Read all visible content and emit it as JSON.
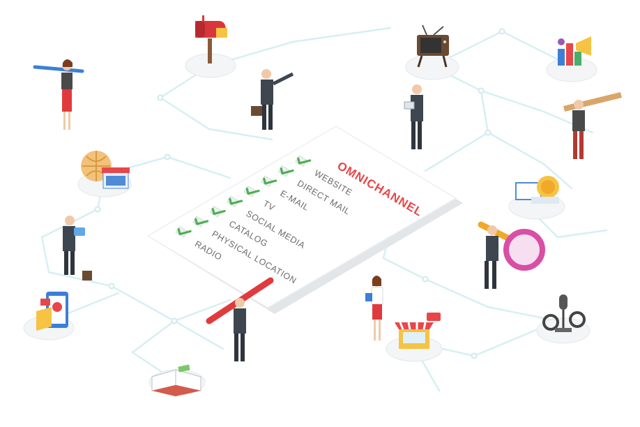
{
  "card": {
    "title": "OMNICHANNEL",
    "items": [
      {
        "label": "WEBSITE",
        "checked": true
      },
      {
        "label": "DIRECT MAIL",
        "checked": true
      },
      {
        "label": "E-MAIL",
        "checked": true
      },
      {
        "label": "TV",
        "checked": true
      },
      {
        "label": "SOCIAL MEDIA",
        "checked": true
      },
      {
        "label": "CATALOG",
        "checked": true
      },
      {
        "label": "PHYSICAL LOCATION",
        "checked": true
      },
      {
        "label": "RADIO",
        "checked": true
      }
    ]
  },
  "colors": {
    "accent": "#e8474a",
    "check": "#4caf50",
    "network_line": "#d3eef2",
    "suit": "#4a4a4a",
    "skin": "#f1c9a8"
  },
  "icons": [
    "mailbox-icon",
    "tv-icon",
    "megaphone-icon",
    "globe-shop-icon",
    "browser-ads-icon",
    "mobile-email-icon",
    "magnifier-icon",
    "microphone-icon",
    "kiosk-icon",
    "catalog-book-icon"
  ]
}
